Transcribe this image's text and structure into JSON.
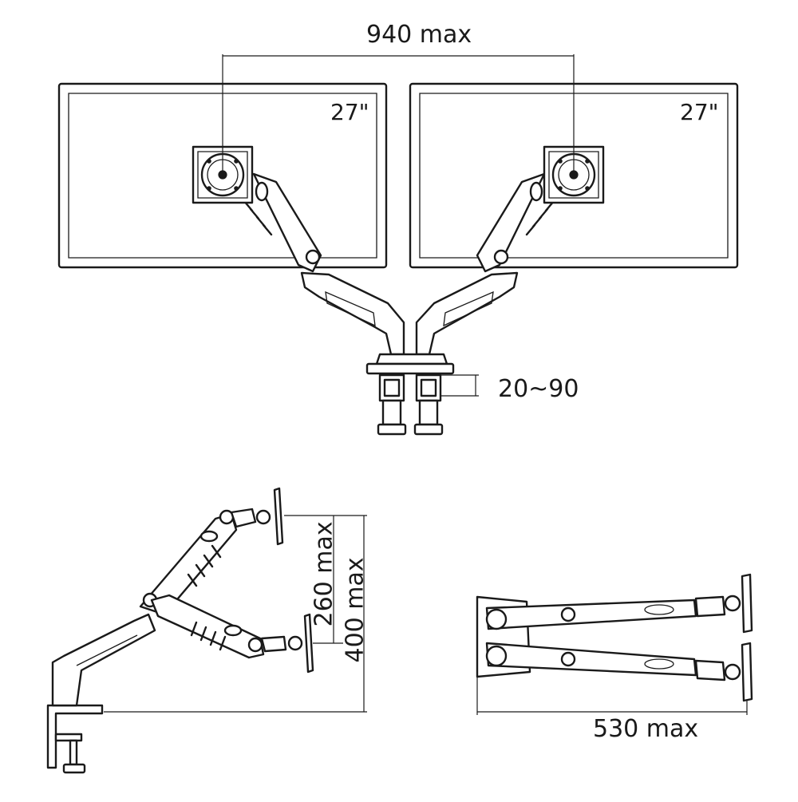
{
  "front_view": {
    "span_label": "940 max",
    "left_monitor_size": "27\"",
    "right_monitor_size": "27\"",
    "clamp_label": "20~90"
  },
  "side_view": {
    "upper_label": "260 max",
    "total_label": "400 max"
  },
  "top_view": {
    "reach_label": "530 max"
  },
  "colors": {
    "line": "#1a1a1a",
    "background": "#ffffff"
  }
}
